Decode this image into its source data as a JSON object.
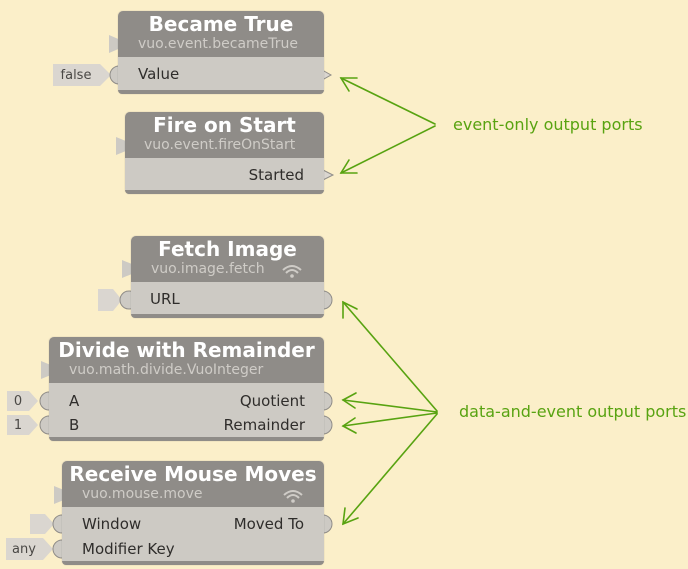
{
  "colors": {
    "background": "#fbefc9",
    "node_body": "#cdcac4",
    "node_header": "#8f8c88",
    "port": "#cdcac4",
    "port_stroke": "#8f8c88",
    "annotation": "#58a311"
  },
  "nodes": {
    "became_true": {
      "title": "Became True",
      "class_name": "vuo.event.becameTrue",
      "inputs": [
        {
          "label": "Value",
          "constant": "false"
        }
      ],
      "outputs": []
    },
    "fire_on_start": {
      "title": "Fire on Start",
      "class_name": "vuo.event.fireOnStart",
      "outputs": [
        {
          "label": "Started"
        }
      ]
    },
    "fetch_image": {
      "title": "Fetch Image",
      "class_name": "vuo.image.fetch",
      "inputs": [
        {
          "label": "URL"
        }
      ],
      "icon": "wifi-icon"
    },
    "divide_with_remainder": {
      "title": "Divide with Remainder",
      "class_name": "vuo.math.divide.VuoInteger",
      "inputs": [
        {
          "label": "A",
          "constant": "0"
        },
        {
          "label": "B",
          "constant": "1"
        }
      ],
      "outputs": [
        {
          "label": "Quotient"
        },
        {
          "label": "Remainder"
        }
      ]
    },
    "receive_mouse_moves": {
      "title": "Receive Mouse Moves",
      "class_name": "vuo.mouse.move",
      "inputs": [
        {
          "label": "Window"
        },
        {
          "label": "Modifier Key",
          "constant": "any"
        }
      ],
      "outputs": [
        {
          "label": "Moved To"
        }
      ],
      "icon": "wifi-icon"
    }
  },
  "annotations": {
    "event_only": "event-only output ports",
    "data_and_event": "data-and-event output ports"
  }
}
